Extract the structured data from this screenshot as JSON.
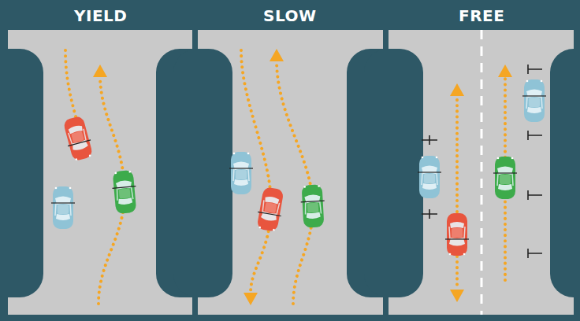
{
  "diagram": {
    "labels": [
      "YIELD",
      "SLOW",
      "FREE"
    ]
  }
}
